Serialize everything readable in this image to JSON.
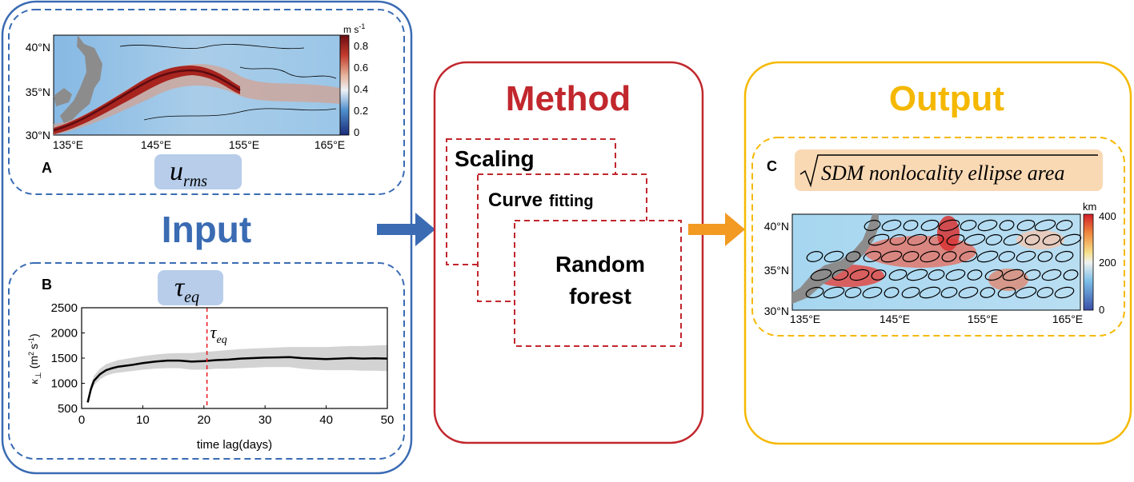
{
  "colors": {
    "input": "#3a6bb3",
    "method": "#c1272d",
    "output": "#f5b800",
    "label_box_blue": "#b7cdea",
    "label_box_orange": "#f9d9b4",
    "arrow_blue": "#3a6bb3",
    "arrow_orange": "#f29a22"
  },
  "input": {
    "title": "Input",
    "panel_a": {
      "letter": "A",
      "variable_main": "u",
      "variable_sub": "rms",
      "colorbar_unit": "m s",
      "colorbar_unit_exp": "-1",
      "colorbar_ticks": [
        "0.8",
        "0.6",
        "0.4",
        "0.2",
        "0"
      ],
      "lat_labels": [
        "40°N",
        "35°N",
        "30°N"
      ],
      "lon_labels": [
        "135°E",
        "145°E",
        "155°E",
        "165°E"
      ]
    },
    "panel_b": {
      "letter": "B",
      "variable_main": "τ",
      "variable_sub": "eq",
      "marker_main": "τ",
      "marker_sub": "eq"
    }
  },
  "method": {
    "title": "Method",
    "steps": [
      "Scaling",
      "Curve",
      "fitting",
      "Random",
      "forest"
    ]
  },
  "output": {
    "title": "Output",
    "panel_c": {
      "letter": "C",
      "formula": "SDM nonlocality ellipse area",
      "colorbar_unit": "km",
      "colorbar_ticks": [
        "400",
        "200",
        "0"
      ],
      "lat_labels": [
        "40°N",
        "35°N",
        "30°N"
      ],
      "lon_labels": [
        "135°E",
        "145°E",
        "155°E",
        "165°E"
      ]
    }
  },
  "chart_data": {
    "type": "line",
    "xlabel": "time lag(days)",
    "ylabel": "κ⊥ (m² s⁻¹)",
    "ylabel_main": "κ",
    "ylabel_sub": "⊥",
    "ylabel_units": "(m",
    "ylabel_units2": "s",
    "ylabel_sup1": "2",
    "ylabel_sup2": "-1",
    "ylabel_close": ")",
    "xlim": [
      0,
      50
    ],
    "ylim": [
      500,
      2500
    ],
    "x_ticks": [
      0,
      10,
      20,
      30,
      40,
      50
    ],
    "y_ticks": [
      500,
      1000,
      1500,
      2000,
      2500
    ],
    "tau_eq_x": 20.5,
    "series": [
      {
        "x": [
          1,
          1.5,
          2,
          3,
          4,
          5,
          6,
          8,
          10,
          12,
          14,
          16,
          18,
          20,
          22,
          24,
          26,
          28,
          30,
          32,
          34,
          36,
          38,
          40,
          42,
          44,
          46,
          48,
          50
        ],
        "y": [
          620,
          880,
          1050,
          1180,
          1260,
          1300,
          1330,
          1360,
          1400,
          1430,
          1450,
          1450,
          1430,
          1440,
          1460,
          1470,
          1490,
          1500,
          1510,
          1515,
          1520,
          1500,
          1490,
          1480,
          1490,
          1500,
          1490,
          1495,
          1490
        ],
        "upper": [
          660,
          960,
          1150,
          1290,
          1380,
          1420,
          1460,
          1500,
          1540,
          1570,
          1590,
          1600,
          1600,
          1620,
          1640,
          1660,
          1680,
          1690,
          1700,
          1710,
          1720,
          1720,
          1720,
          1720,
          1730,
          1740,
          1740,
          1750,
          1760
        ],
        "lower": [
          580,
          810,
          960,
          1080,
          1150,
          1190,
          1210,
          1240,
          1270,
          1290,
          1300,
          1300,
          1270,
          1270,
          1290,
          1290,
          1300,
          1310,
          1320,
          1320,
          1320,
          1290,
          1270,
          1260,
          1260,
          1260,
          1250,
          1250,
          1240
        ]
      }
    ]
  }
}
